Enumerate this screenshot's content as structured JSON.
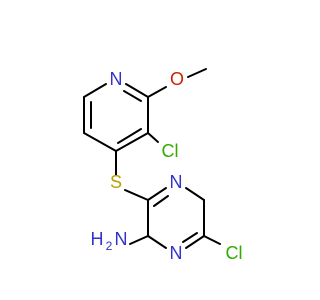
{
  "molecule": {
    "atoms": {
      "n_pyridine": "N",
      "o_methoxy": "O",
      "cl_pyridine": "Cl",
      "s_thio": "S",
      "n_pyrazine_top": "N",
      "n_pyrazine_bottom": "N",
      "cl_pyrazine": "Cl",
      "amine": "H",
      "amine_sub": "2",
      "amine_n": "N"
    }
  },
  "colors": {
    "bond": "#000000",
    "nitrogen": "#3333cc",
    "oxygen": "#cc2200",
    "chlorine": "#33aa00",
    "sulfur": "#b8a000"
  }
}
